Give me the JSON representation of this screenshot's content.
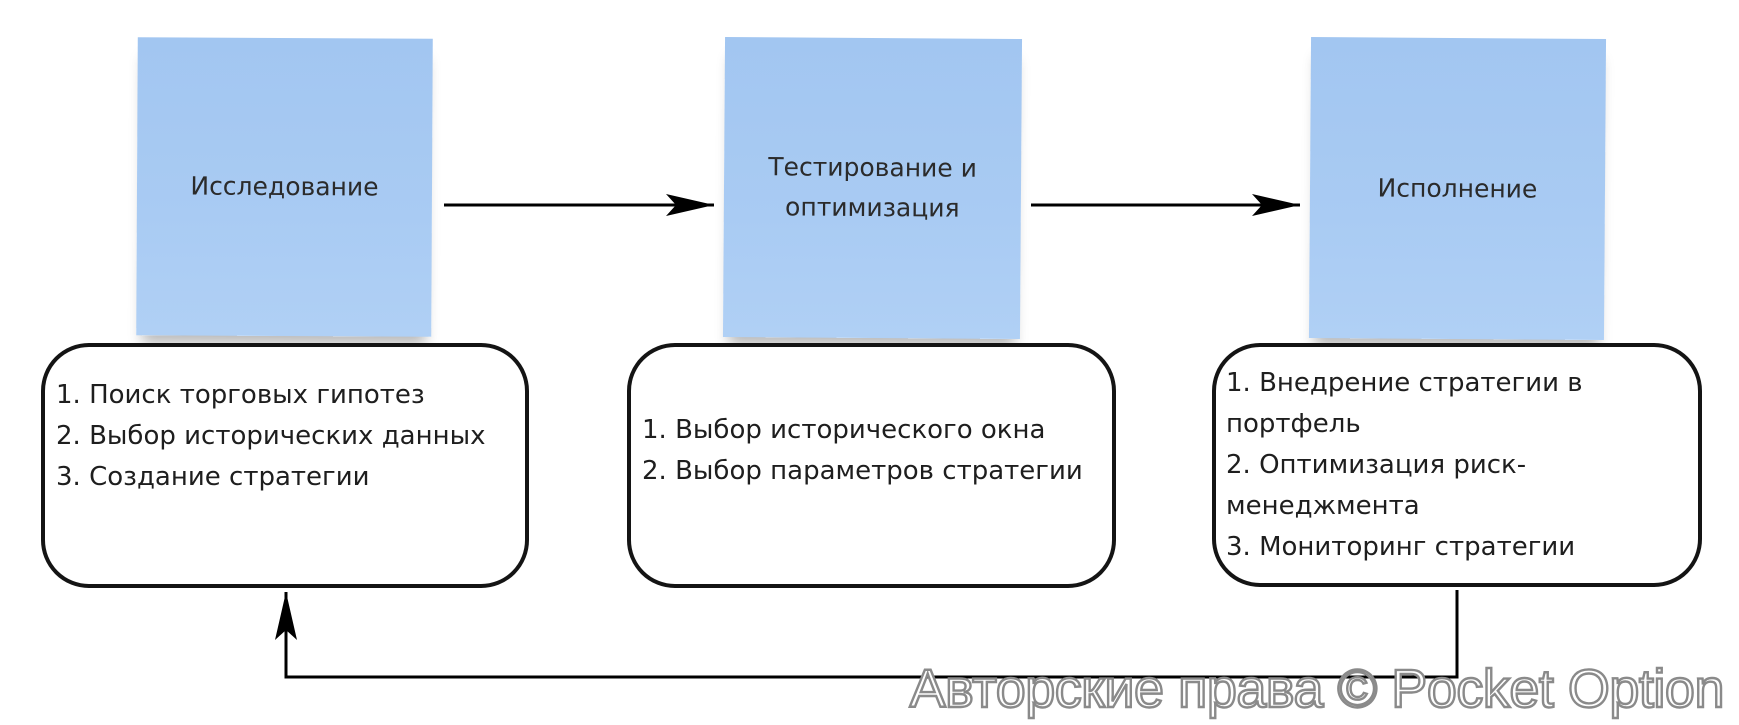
{
  "stages": [
    {
      "title": "Исследование",
      "items": [
        "1. Поиск торговых гипотез",
        "2. Выбор исторических данных",
        "3. Создание стратегии"
      ]
    },
    {
      "title": "Тестирование и\nоптимизация",
      "items": [
        "1. Выбор исторического окна",
        "2. Выбор параметров стратегии"
      ]
    },
    {
      "title": "Исполнение",
      "items": [
        "1. Внедрение стратегии в портфель",
        "2. Оптимизация риск-менеджмента",
        "3. Мониторинг стратегии"
      ]
    }
  ],
  "colors": {
    "sticky": "#a9cbf3",
    "border": "#141414",
    "arrow": "#000000"
  },
  "watermark": "Авторские права © Pocket Option"
}
